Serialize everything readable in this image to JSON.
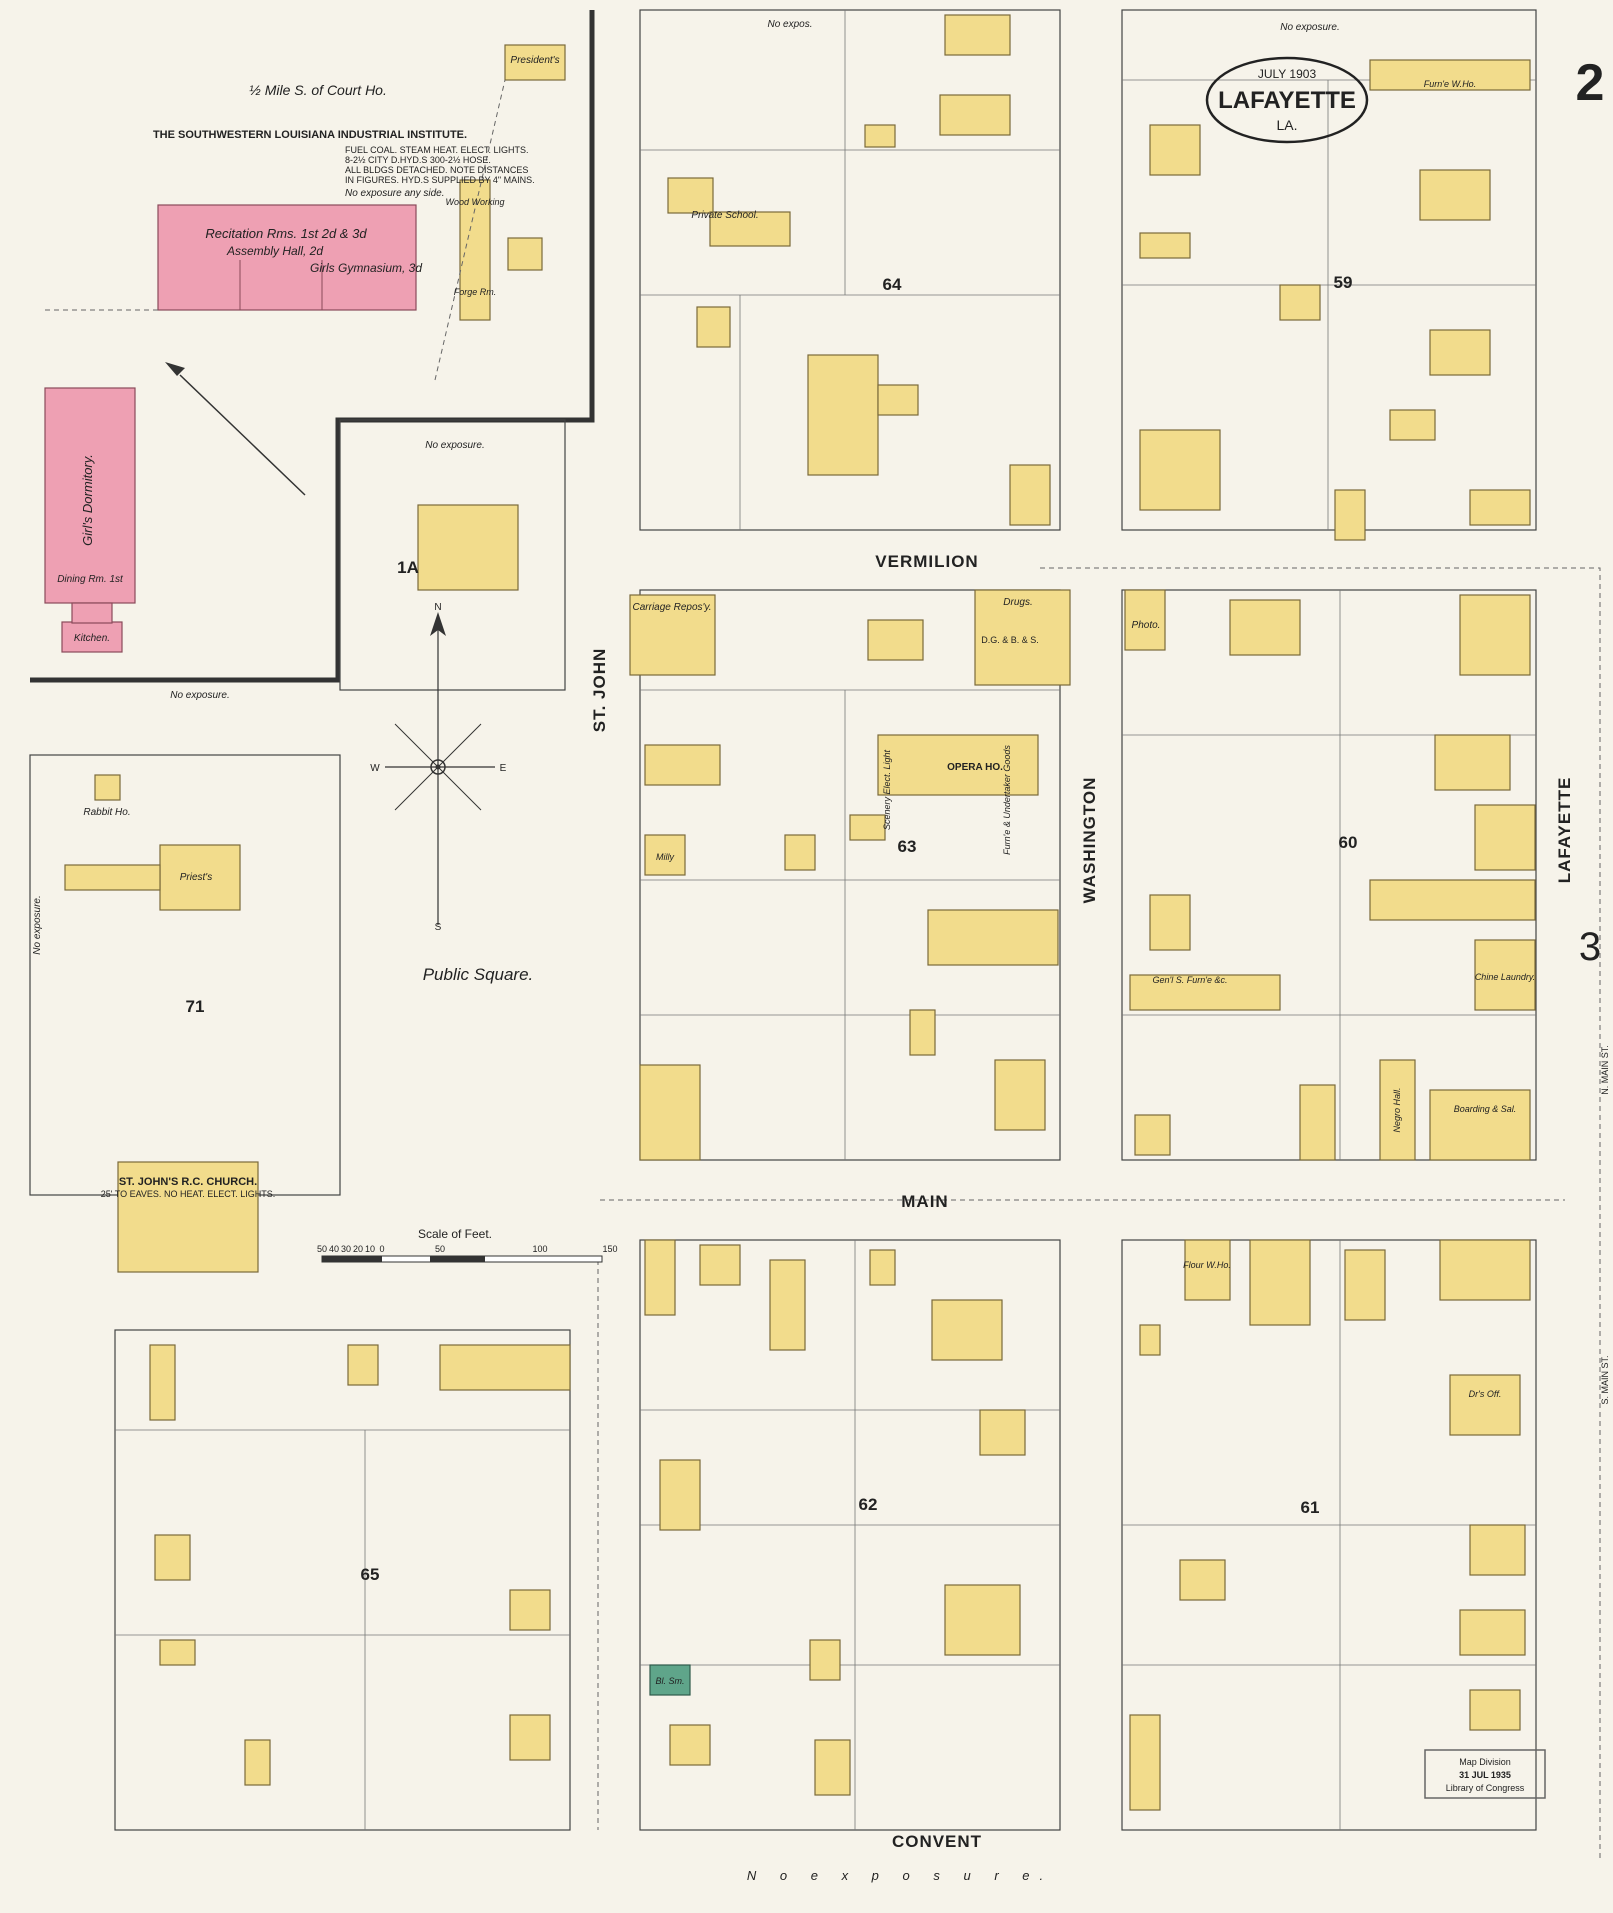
{
  "sheet": {
    "number": "2",
    "adjacent_sheet": "3"
  },
  "title": {
    "date": "JULY 1903",
    "city": "LAFAYETTE",
    "state": "LA."
  },
  "institute": {
    "distance": "½ Mile S. of Court Ho.",
    "name": "THE SOUTHWESTERN LOUISIANA INDUSTRIAL INSTITUTE.",
    "notes": [
      "FUEL COAL. STEAM HEAT. ELECT. LIGHTS.",
      "8-2½ CITY D.HYD.S 300-2½ HOSE.",
      "ALL BLDGS DETACHED. NOTE DISTANCES",
      "IN FIGURES. HYD.S SUPPLIED BY 4\" MAINS."
    ],
    "exposure_note": "No exposure any side.",
    "buildings": {
      "recitation": "Recitation Rms. 1st 2d & 3d",
      "assembly": "Assembly Hall, 2d",
      "gym": "Girls Gymnasium, 3d",
      "dormitory": "Girl's Dormitory.",
      "dining": "Dining Rm. 1st",
      "kitchen": "Kitchen.",
      "wood": "Wood Working",
      "forge": "Forge Rm.",
      "presidents": "President's"
    }
  },
  "streets": {
    "st_john": "ST. JOHN",
    "washington": "WASHINGTON",
    "lafayette": "LAFAYETTE",
    "vermilion": "VERMILION",
    "main": "MAIN",
    "convent": "CONVENT",
    "n_main": "N. MAIN ST.",
    "s_main": "S. MAIN ST."
  },
  "blocks": [
    "64",
    "59",
    "63",
    "60",
    "62",
    "61",
    "65",
    "71",
    "1A"
  ],
  "landmarks": {
    "public_square": "Public Square.",
    "church": "ST. JOHN'S R.C. CHURCH.",
    "church_notes": "25' TO EAVES. NO HEAT. ELECT. LIGHTS.",
    "priests": "Priest's",
    "rabbit": "Rabbit Ho.",
    "opera": "OPERA HO.",
    "carriage": "Carriage Repos'y.",
    "private_school": "Private School.",
    "drugs": "Drugs.",
    "dg": "D.G. & B. & S.",
    "photo": "Photo.",
    "furn_whs": "Furn'e W.Ho.",
    "gen_s_furn": "Gen'l S. Furn'e &c.",
    "chine_laundry": "Chine Laundry.",
    "boarding": "Boarding & Sal.",
    "flour": "Flour W.Ho.",
    "drs_off": "Dr's Off.",
    "bl_sm": "Bl. Sm.",
    "milly": "Milly",
    "undertaker": "Furn'e & Undertaker Goods",
    "scenery": "Scenery Elect. Light",
    "negro_hall": "Negro Hall."
  },
  "scale": {
    "label": "Scale of Feet.",
    "ticks": [
      "50",
      "40",
      "30",
      "20",
      "10",
      "0",
      "50",
      "100",
      "150"
    ]
  },
  "compass": {
    "n": "N",
    "s": "S",
    "e": "E",
    "w": "W"
  },
  "exposure": {
    "no_exposure": "No exposure.",
    "no_expos": "No expos.",
    "bottom": "N o e x p o s u r e."
  },
  "stamp": {
    "line1": "Map Division",
    "line2": "31 JUL 1935",
    "line3": "Library of Congress"
  },
  "colors": {
    "frame_brick": "#eea0b3",
    "frame": "#f2dc8c",
    "stone": "#5fa58a",
    "paper": "#f6f3ea"
  }
}
